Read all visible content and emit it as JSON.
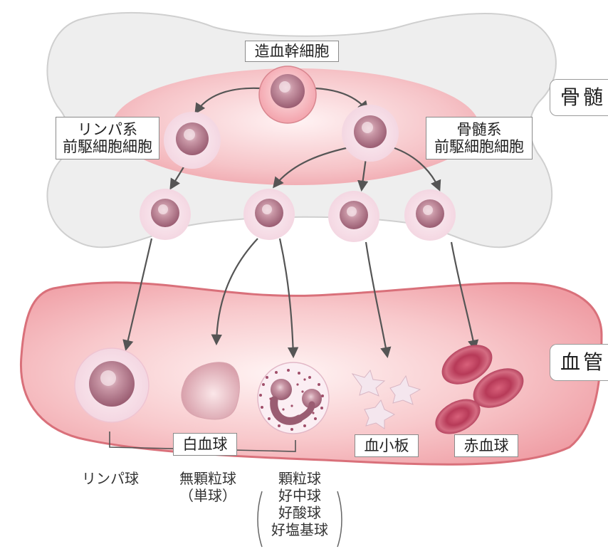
{
  "labels": {
    "stem_cell": "造血幹細胞",
    "lymphoid_progenitor": [
      "リンパ系",
      "前駆細胞細胞"
    ],
    "myeloid_progenitor": [
      "骨髄系",
      "前駆細胞細胞"
    ],
    "bone_marrow": "骨髄",
    "blood_vessel": "血管",
    "white_blood_cell": "白血球",
    "platelet": "血小板",
    "red_blood_cell": "赤血球"
  },
  "captions": {
    "lymphocyte": "リンパ球",
    "agranulocyte": [
      "無顆粒球",
      "（単球）"
    ],
    "granulocyte": [
      "顆粒球",
      "好中球",
      "好酸球",
      "好塩基球"
    ]
  },
  "colors": {
    "bone": "#efefef",
    "bone_outline": "#cfcfcf",
    "marrow": "#f5b9bf",
    "vessel": "#f2a0a6",
    "vessel_outline": "#d9707a",
    "cell_halo": "#f7dde6",
    "nucleus": "#a5697d",
    "arrow": "#555555",
    "rbc": "#c04060"
  }
}
